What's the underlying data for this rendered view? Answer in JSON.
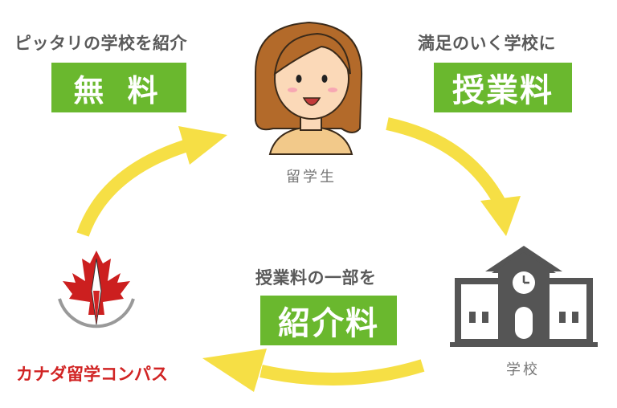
{
  "nodes": {
    "student": "留学生",
    "school": "学校",
    "agency": "カナダ留学コンパス"
  },
  "edges": {
    "agency_to_student": {
      "caption": "ピッタリの学校を紹介",
      "badge": "無 料"
    },
    "student_to_school": {
      "caption": "満足のいく学校に",
      "badge": "授業料"
    },
    "school_to_agency": {
      "caption": "授業料の一部を",
      "badge": "紹介料"
    }
  },
  "colors": {
    "arrow": "#f6df45",
    "badge": "#6ab82e",
    "caption_text": "#5a5a5a",
    "brand_red": "#d12424",
    "school_icon": "#555555"
  },
  "icons": {
    "student": "woman-avatar-icon",
    "school": "school-building-icon",
    "agency": "maple-leaf-compass-logo"
  }
}
